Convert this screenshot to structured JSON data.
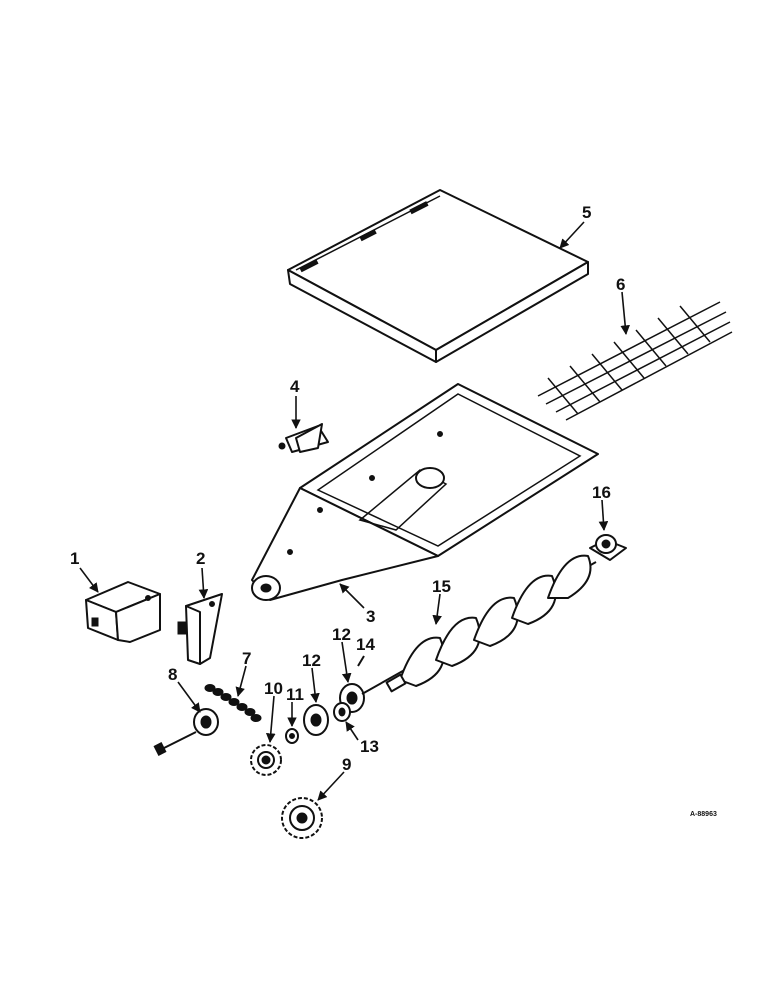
{
  "callouts": {
    "c1": "1",
    "c2": "2",
    "c3": "3",
    "c4": "4",
    "c5": "5",
    "c6": "6",
    "c7": "7",
    "c8": "8",
    "c9": "9",
    "c10": "10",
    "c11": "11",
    "c12a": "12",
    "c12b": "12",
    "c13": "13",
    "c14": "14",
    "c15": "15",
    "c16": "16"
  },
  "reference_code": "A-88963",
  "colors": {
    "ink": "#111111",
    "paper": "#ffffff"
  }
}
